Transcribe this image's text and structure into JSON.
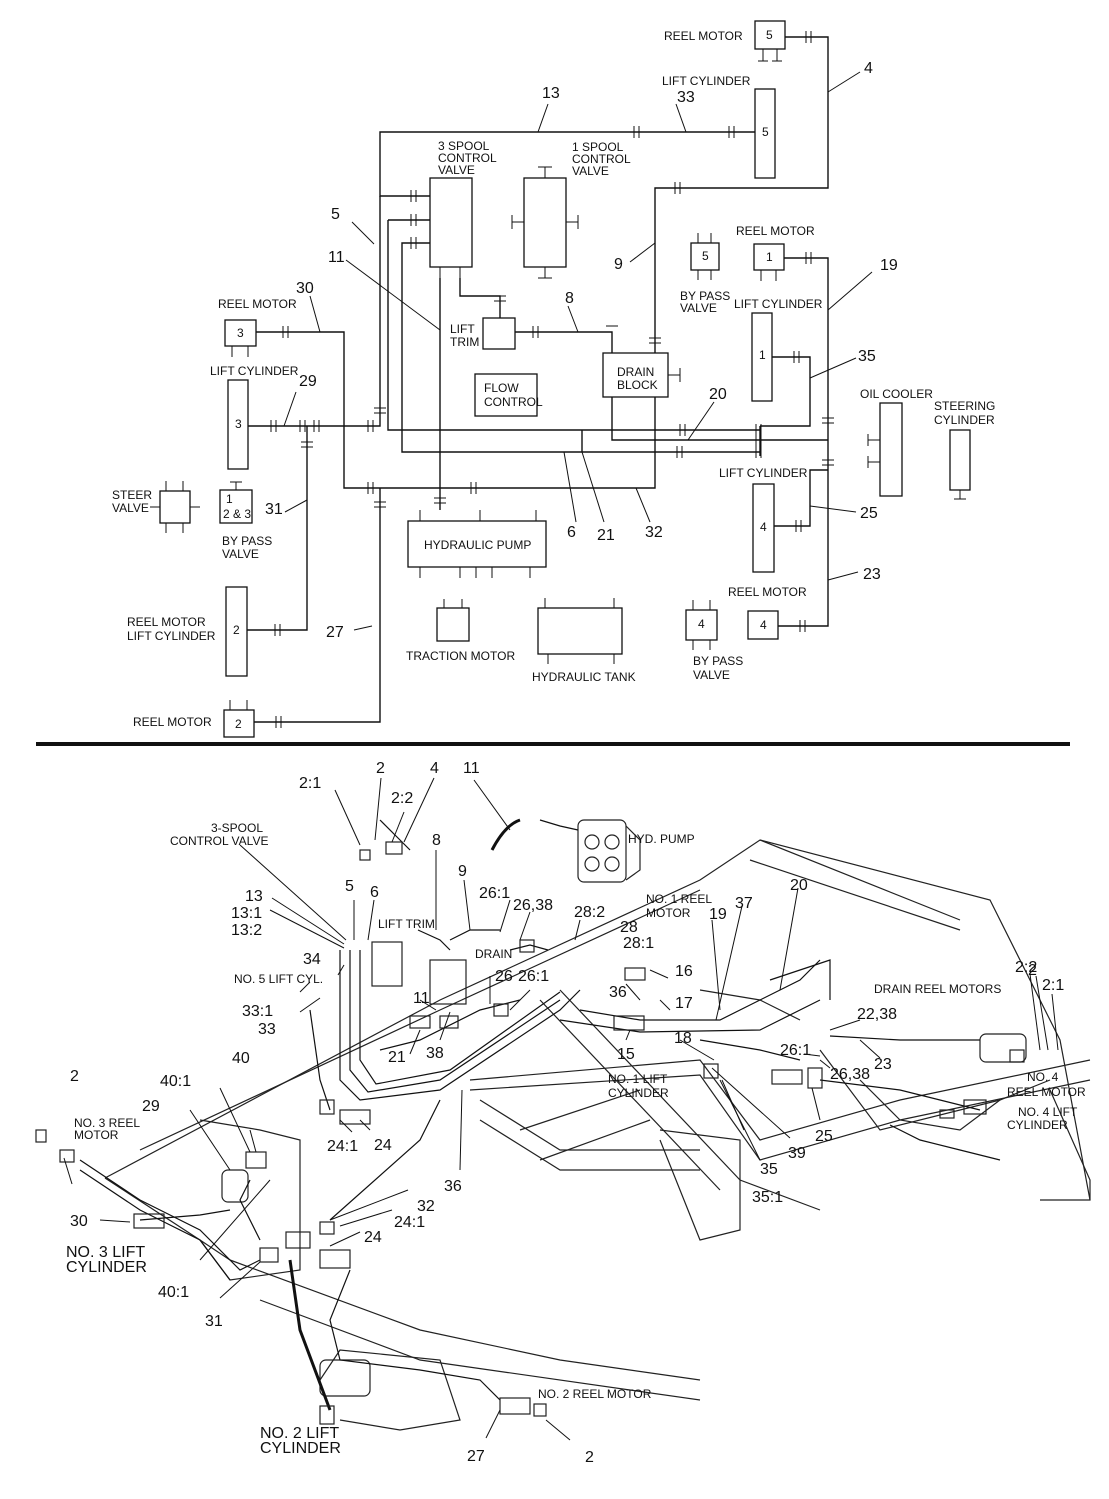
{
  "schematic": {
    "components": {
      "reel_motor_5": {
        "name": "REEL MOTOR",
        "id": "5"
      },
      "lift_cylinder_5": {
        "name": "LIFT CYLINDER",
        "id": "5"
      },
      "three_spool": {
        "name": [
          "3 SPOOL",
          "CONTROL",
          "VALVE"
        ]
      },
      "one_spool": {
        "name": [
          "1 SPOOL",
          "CONTROL",
          "VALVE"
        ]
      },
      "lift_trim": {
        "name": [
          "LIFT",
          "TRIM"
        ]
      },
      "flow_control": {
        "name": [
          "FLOW",
          "CONTROL"
        ]
      },
      "drain_block": {
        "name": [
          "DRAIN",
          "BLOCK"
        ]
      },
      "bypass_5": {
        "name": [
          "BY PASS",
          "VALVE"
        ],
        "id": "5"
      },
      "reel_motor_1": {
        "name": "REEL MOTOR",
        "id": "1"
      },
      "lift_cylinder_1": {
        "name": "LIFT CYLINDER",
        "id": "1"
      },
      "reel_motor_3": {
        "name": "REEL MOTOR",
        "id": "3"
      },
      "lift_cylinder_3": {
        "name": "LIFT CYLINDER",
        "id": "3"
      },
      "oil_cooler": {
        "name": "OIL COOLER"
      },
      "steering_cylinder": {
        "name": [
          "STEERING",
          "CYLINDER"
        ]
      },
      "lift_cylinder_4": {
        "name": "LIFT CYLINDER",
        "id": "4"
      },
      "steer_valve": {
        "name": [
          "STEER",
          "VALVE"
        ]
      },
      "bypass_123": {
        "name": [
          "BY PASS",
          "VALVE"
        ],
        "id": [
          "1",
          "2 & 3"
        ]
      },
      "hydraulic_pump": {
        "name": "HYDRAULIC PUMP"
      },
      "reel_motor_4": {
        "name": "REEL MOTOR",
        "id": "4"
      },
      "bypass_4": {
        "name": [
          "BY PASS",
          "VALVE"
        ],
        "id": "4"
      },
      "reel_motor_lift_2": {
        "name": [
          "REEL MOTOR",
          "LIFT CYLINDER"
        ],
        "id": "2"
      },
      "traction_motor": {
        "name": "TRACTION MOTOR"
      },
      "hydraulic_tank": {
        "name": "HYDRAULIC TANK"
      },
      "reel_motor_2": {
        "name": "REEL MOTOR",
        "id": "2"
      }
    },
    "callouts": [
      "4",
      "13",
      "33",
      "5",
      "11",
      "9",
      "8",
      "19",
      "30",
      "29",
      "35",
      "20",
      "31",
      "6",
      "21",
      "32",
      "25",
      "23",
      "27"
    ]
  },
  "assembly": {
    "labels": {
      "three_spool": [
        "3-SPOOL",
        "CONTROL VALVE"
      ],
      "hyd_pump": "HYD. PUMP",
      "lift_trim": "LIFT TRIM",
      "drain": "DRAIN",
      "no1_reel_motor": [
        "NO. 1 REEL",
        "MOTOR"
      ],
      "drain_reel_motors": "DRAIN REEL MOTORS",
      "no5_lift": "NO. 5 LIFT CYL.",
      "no1_lift": [
        "NO. 1 LIFT",
        "CYLINDER"
      ],
      "no4_reel": [
        "NO. 4",
        "REEL MOTOR"
      ],
      "no4_lift": [
        "NO. 4 LIFT",
        "CYLINDER"
      ],
      "no3_reel": [
        "NO. 3 REEL",
        "MOTOR"
      ],
      "no3_lift": [
        "NO. 3 LIFT",
        "CYLINDER"
      ],
      "no2_reel": "NO. 2 REEL MOTOR",
      "no2_lift": [
        "NO. 2 LIFT",
        "CYLINDER"
      ]
    },
    "callouts": [
      "2:1",
      "2",
      "2:2",
      "4",
      "11",
      "8",
      "9",
      "13",
      "13:1",
      "13:2",
      "5",
      "6",
      "26:1",
      "26,38",
      "28:2",
      "28",
      "28:1",
      "19",
      "37",
      "20",
      "34",
      "33:1",
      "33",
      "11",
      "38",
      "26",
      "26:1",
      "16",
      "36",
      "17",
      "15",
      "18",
      "22,38",
      "23",
      "26:1",
      "26,38",
      "2:2",
      "2",
      "2:1",
      "21",
      "40",
      "40:1",
      "29",
      "24",
      "24:1",
      "39",
      "35",
      "35:1",
      "25",
      "36",
      "32",
      "24:1",
      "24",
      "2",
      "30",
      "40:1",
      "31",
      "27",
      "2"
    ]
  }
}
